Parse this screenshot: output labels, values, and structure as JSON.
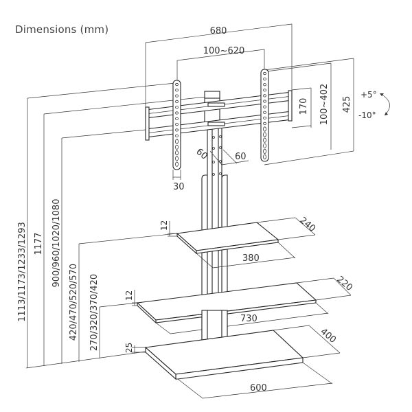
{
  "title": "Dimensions (mm)",
  "dimensions": {
    "bracket_width": "680",
    "vesa_horizontal": "100~620",
    "bracket_height": "425",
    "vesa_vertical": "100~402",
    "rail_height": "170",
    "tilt_up": "+5°",
    "tilt_down": "-10°",
    "arm_width": "30",
    "swivel_left": "60",
    "swivel_right": "60",
    "total_height": "1113/1173/1233/1293",
    "column_height": "1177",
    "bracket_center_height": "900/960/1020/1080",
    "upper_shelf_height": "420/470/520/570",
    "lower_shelf_height": "270/320/370/420",
    "upper_shelf_thickness": "12",
    "upper_shelf_depth": "240",
    "upper_shelf_width": "380",
    "lower_shelf_thickness": "12",
    "lower_shelf_depth": "220",
    "lower_shelf_width": "730",
    "base_thickness": "25",
    "base_depth": "400",
    "base_width": "600"
  }
}
